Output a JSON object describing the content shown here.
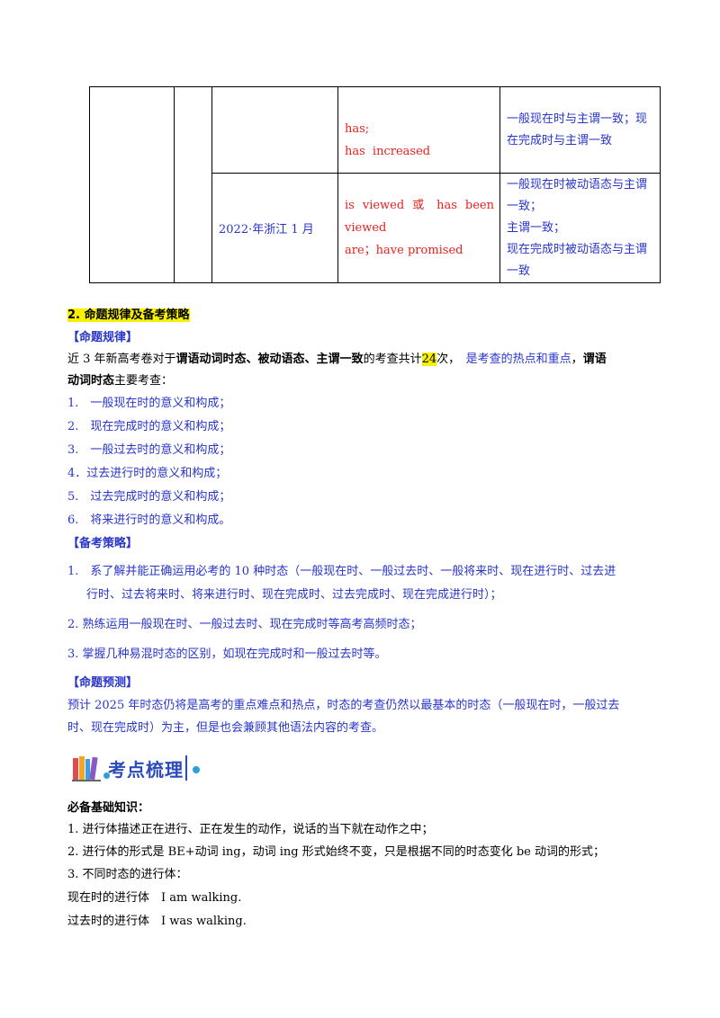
{
  "table": {
    "row1": {
      "answers": [
        "has;",
        "has increased"
      ],
      "notes": "一般现在时与主谓一致；现在完成时与主谓一致"
    },
    "row2": {
      "year": "2022·年浙江 1 月",
      "answers_line1": "is viewed 或 has been",
      "answers_line2": "viewed",
      "answers_line3": "are；have promised",
      "notes": [
        "一般现在时被动语态与主谓一致；",
        "主谓一致；",
        "现在完成时被动语态与主谓一致"
      ]
    }
  },
  "section2": {
    "heading": "2. 命题规律及备考策略",
    "rules_title": "【命题规律】",
    "rules_intro_a": "近 3 年新高考卷对于",
    "rules_intro_bold": "谓语动词时态、被动语态、主谓一致",
    "rules_intro_b": "的考查共计",
    "rules_count": "24",
    "rules_intro_c": "次，",
    "rules_intro_blue": "是考查的热点和重点",
    "rules_intro_d": "，",
    "rules_intro_bold2": "谓语",
    "rules_line2_bold": "动词时态",
    "rules_line2_rest": "主要考查：",
    "rules_items": [
      "1.　一般现在时的意义和构成；",
      "2.　现在完成时的意义和构成；",
      "3.　一般过去时的意义和构成；",
      "4．过去进行时的意义和构成；",
      "5.　过去完成时的意义和构成；",
      "6.　将来进行时的意义和构成。"
    ],
    "strategy_title": "【备考策略】",
    "strategy_1_line1": "1.　系了解并能正确运用必考的 10 种时态（一般现在时、一般过去时、一般将来时、现在进行时、过去进",
    "strategy_1_line2": "行时、过去将来时、将来进行时、现在完成时、过去完成时、现在完成进行时）；",
    "strategy_2": "2. 熟练运用一般现在时、一般过去时、现在完成时等高考高频时态；",
    "strategy_3": "3. 掌握几种易混时态的区别，如现在完成时和一般过去时等。",
    "forecast_title": "【命题预测】",
    "forecast_line1": "预计 2025 年时态仍将是高考的重点难点和热点，时态的考查仍然以最基本的时态（一般现在时，一般过去",
    "forecast_line2": "时、现在完成时）为主，但是也会兼顾其他语法内容的考查。"
  },
  "logo": {
    "text": "考点梳理",
    "icon": "books-icon"
  },
  "knowledge": {
    "title": "必备基础知识：",
    "line1": "1. 进行体描述正在进行、正在发生的动作，说话的当下就在动作之中；",
    "line2": "2. 进行体的形式是 BE+动词 ing，动词 ing 形式始终不变，只是根据不同的时态变化 be 动词的形式；",
    "line3": "3. 不同时态的进行体：",
    "line4": "现在时的进行体　I am walking.",
    "line5": "过去时的进行体　I was walking."
  },
  "colors": {
    "red": "#e8211d",
    "blue": "#2935c8",
    "highlight": "#f7f000"
  }
}
